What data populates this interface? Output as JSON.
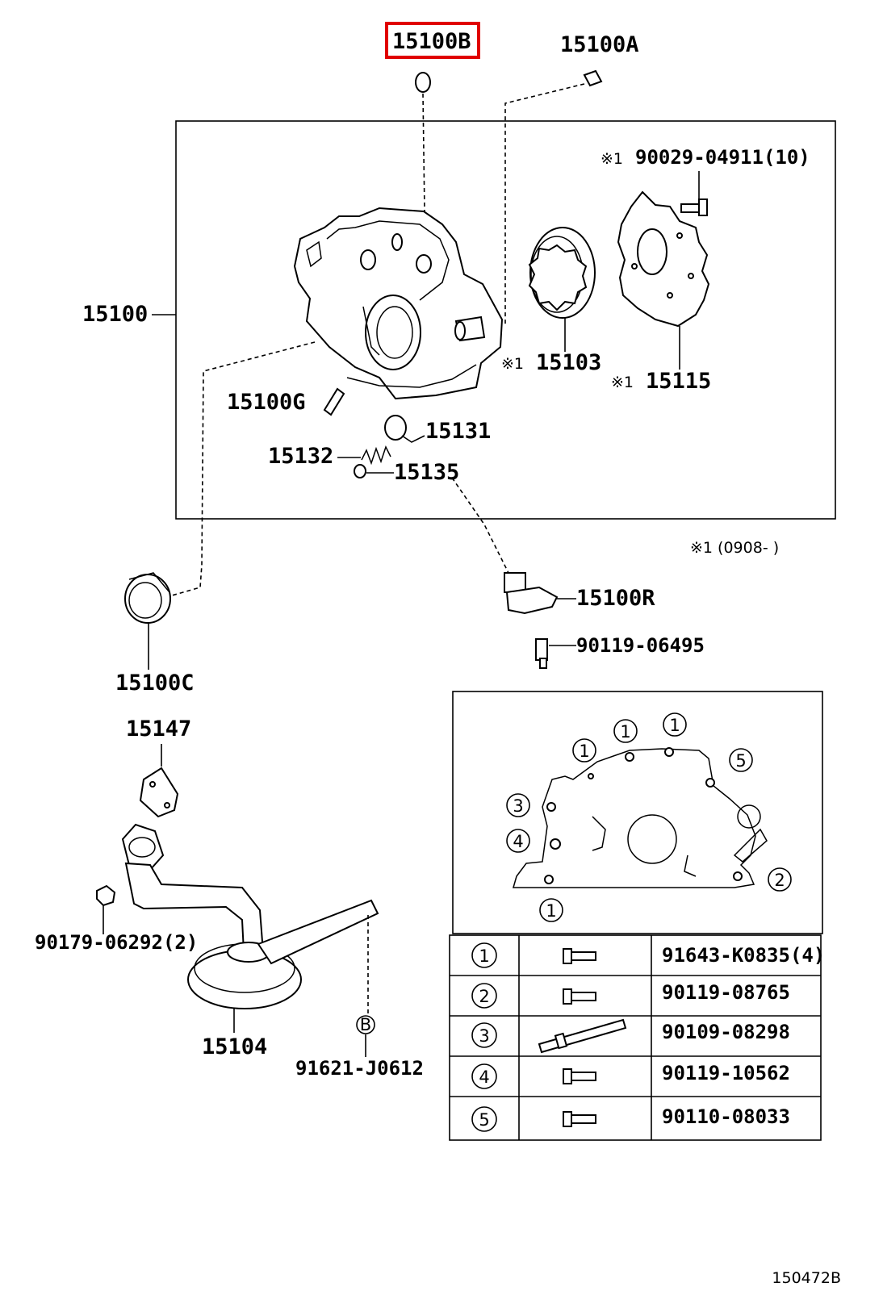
{
  "callouts": {
    "c_15100B": "15100B",
    "c_15100A": "15100A",
    "c_90029": "90029-04911(10)",
    "c_15100": "15100",
    "c_15103": "15103",
    "c_15115": "15115",
    "c_15100G": "15100G",
    "c_15131": "15131",
    "c_15132": "15132",
    "c_15135": "15135",
    "c_15100C": "15100C",
    "c_15100R": "15100R",
    "c_90119_06495": "90119-06495",
    "c_15147": "15147",
    "c_90179": "90179-06292(2)",
    "c_15104": "15104",
    "c_91621": "91621-J0612",
    "c_B": "B"
  },
  "marks": {
    "asterisk": "※1",
    "date_note": "※1 (0908-      )"
  },
  "inset": {
    "circle_labels": [
      "1",
      "1",
      "1",
      "5",
      "3",
      "4",
      "2",
      "1"
    ]
  },
  "bolt_table": {
    "rows": [
      {
        "key": "1",
        "part": "91643-K0835(4)"
      },
      {
        "key": "2",
        "part": "90119-08765"
      },
      {
        "key": "3",
        "part": "90109-08298"
      },
      {
        "key": "4",
        "part": "90119-10562"
      },
      {
        "key": "5",
        "part": "90110-08033"
      }
    ]
  },
  "figure_code": "150472B",
  "colors": {
    "highlight": "#e00000",
    "ink": "#000000"
  }
}
